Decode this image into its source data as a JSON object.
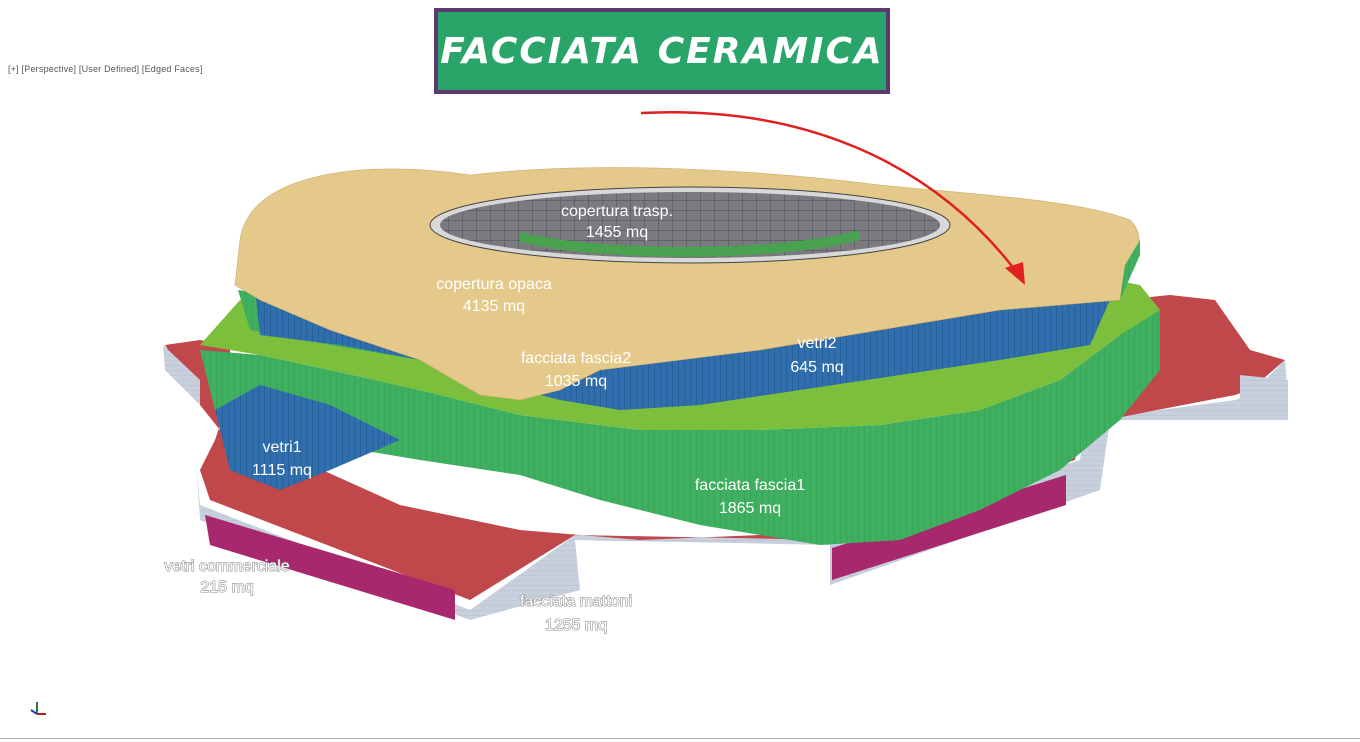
{
  "viewport": {
    "label": "[+] [Perspective] [User Defined] [Edged Faces]"
  },
  "title": {
    "text": "FACCIATA CERAMICA"
  },
  "labels": {
    "copertura_trasp": {
      "name": "copertura trasp.",
      "area": "1455 mq"
    },
    "copertura_opaca": {
      "name": "copertura opaca",
      "area": "4135 mq"
    },
    "facciata_fascia2": {
      "name": "facciata fascia2",
      "area": "1035 mq"
    },
    "vetri2": {
      "name": "vetri2",
      "area": "645 mq"
    },
    "vetri1": {
      "name": "vetri1",
      "area": "1115 mq"
    },
    "facciata_fascia1": {
      "name": "facciata fascia1",
      "area": "1865 mq"
    },
    "vetri_commerciale": {
      "name": "vetri commerciale",
      "area": "215 mq"
    },
    "facciata_mattoni": {
      "name": "facciata mattoni",
      "area": "1255 mq"
    }
  },
  "colors": {
    "title_bg": "#2aa56a",
    "title_border": "#5c3a70",
    "roof_opaque": "#e4c98a",
    "green_band": "#3fb05f",
    "green_top": "#7cbf3d",
    "glass_blue": "#2f6fae",
    "podium_red": "#c0484a",
    "podium_side": "#c8d0de",
    "commercial_glass": "#a8286e",
    "arrow": "#e02020"
  }
}
